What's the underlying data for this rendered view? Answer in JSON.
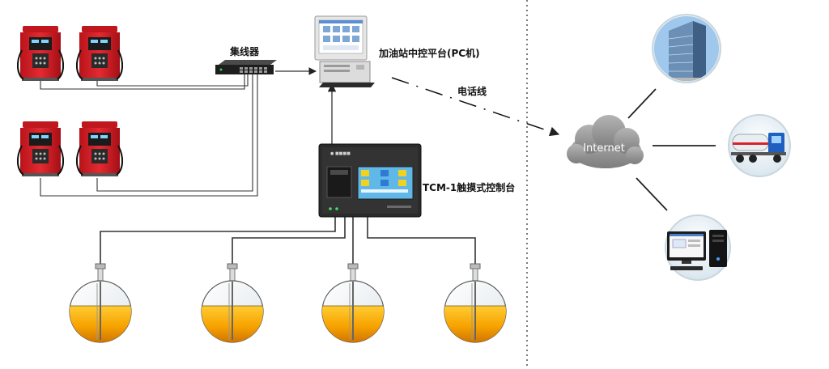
{
  "labels": {
    "hub": "集线器",
    "pc_platform": "加油站中控平台(PC机)",
    "phone_line": "电话线",
    "internet": "Internet",
    "console": "TCM-1触摸式控制台"
  },
  "colors": {
    "pump_red": "#d9232a",
    "oil_yellow": "#ffb300",
    "cable": "#333333",
    "cloud": "#9a9a9a",
    "lcd": "#5fb8e8"
  }
}
